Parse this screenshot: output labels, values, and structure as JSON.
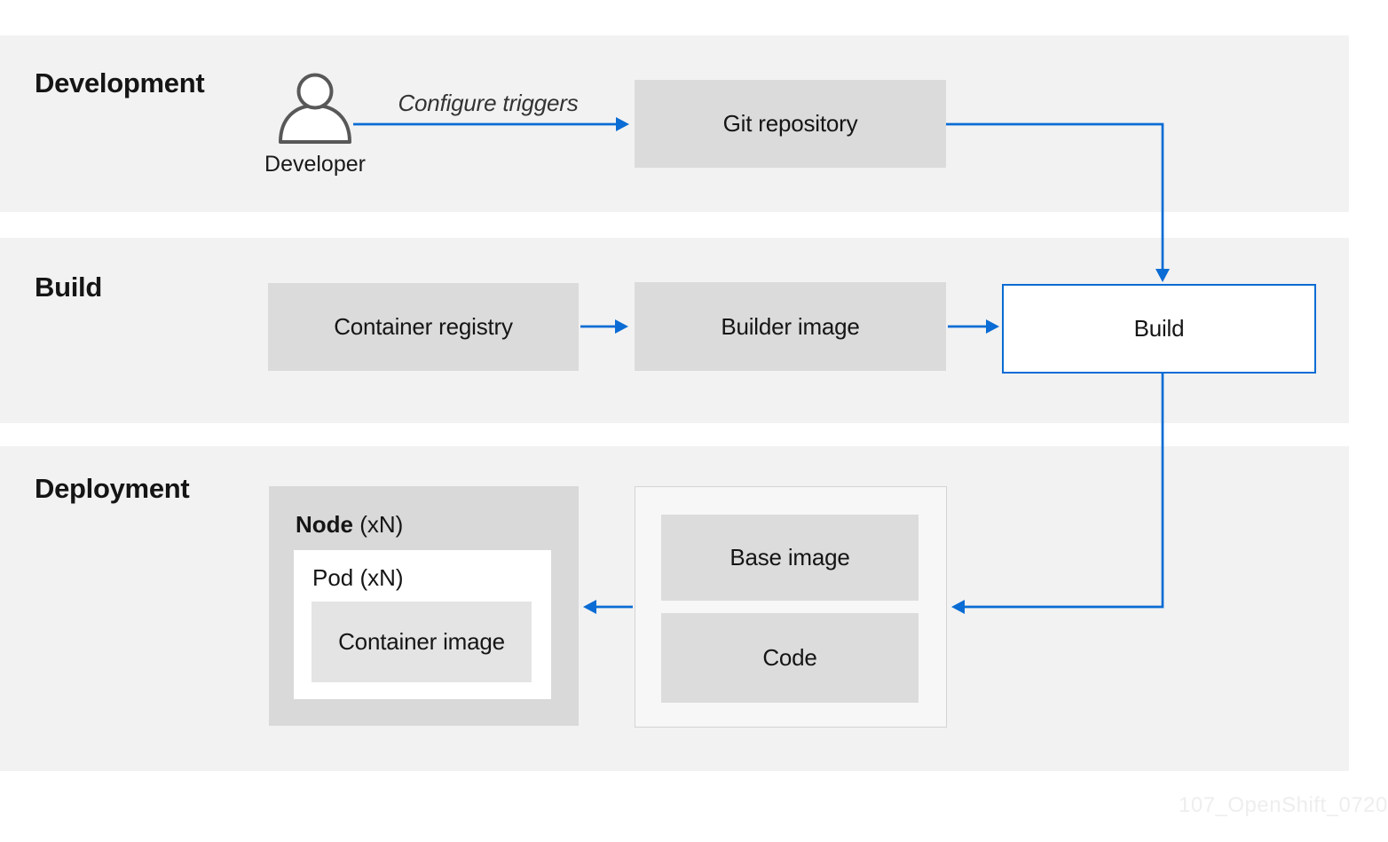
{
  "colors": {
    "accent_blue": "#0a6cd4",
    "band_gray": "#f2f2f2",
    "box_gray": "#dbdbdb"
  },
  "sections": {
    "development": "Development",
    "build": "Build",
    "deployment": "Deployment"
  },
  "development": {
    "developer_label": "Developer",
    "arrow_caption": "Configure triggers",
    "git_repository": "Git repository"
  },
  "build": {
    "container_registry": "Container registry",
    "builder_image": "Builder image",
    "build_box": "Build"
  },
  "deployment": {
    "node_label_bold": "Node",
    "node_label_suffix": " (xN)",
    "pod_label": "Pod (xN)",
    "container_image": "Container image",
    "base_image": "Base image",
    "code": "Code"
  },
  "watermark": "107_OpenShift_0720"
}
